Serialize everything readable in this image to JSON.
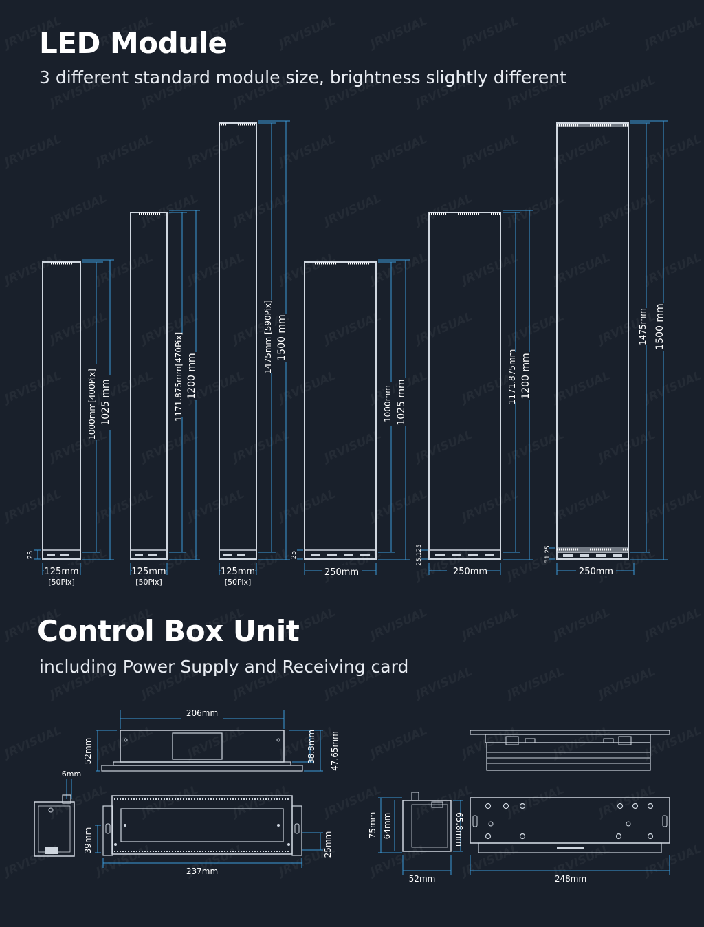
{
  "section1": {
    "title": "LED Module",
    "subtitle": "3 different standard module size, brightness slightly different"
  },
  "section2": {
    "title": "Control Box Unit",
    "subtitle": "including Power Supply and Receiving card"
  },
  "watermark": "JRVISUAL",
  "colors": {
    "background": "#19202b",
    "dimension_line": "#3a9ad9",
    "outline": "#cfd6df"
  },
  "modules": [
    {
      "width": "125mm",
      "pix": "[50Pix]",
      "inner": "1000mm[400Pix]",
      "outer": "1025 mm",
      "base": "25"
    },
    {
      "width": "125mm",
      "pix": "[50Pix]",
      "inner": "1171.875mm[470Pix]",
      "outer": "1200 mm",
      "base": ""
    },
    {
      "width": "125mm",
      "pix": "[50Pix]",
      "inner": "1475mm [590Pix]",
      "outer": "1500 mm",
      "base": ""
    },
    {
      "width": "250mm",
      "pix": "",
      "inner": "1000mm",
      "outer": "1025 mm",
      "base": "25"
    },
    {
      "width": "250mm",
      "pix": "",
      "inner": "1171.875mm",
      "outer": "1200 mm",
      "base": "25.125"
    },
    {
      "width": "250mm",
      "pix": "",
      "inner": "1475mm",
      "outer": "1500 mm",
      "base": "31.25"
    }
  ],
  "box1": {
    "top_width": "206mm",
    "height_left": "52mm",
    "height_inner": "38.8mm",
    "height_outer": "47.65mm",
    "side_offset": "6mm",
    "side_height": "39mm",
    "bottom_width": "237mm",
    "right_height": "25mm"
  },
  "box2": {
    "height_outer": "75mm",
    "height_inner": "64mm",
    "height_right": "65.8mm",
    "side_width": "52mm",
    "bottom_width": "248mm"
  }
}
